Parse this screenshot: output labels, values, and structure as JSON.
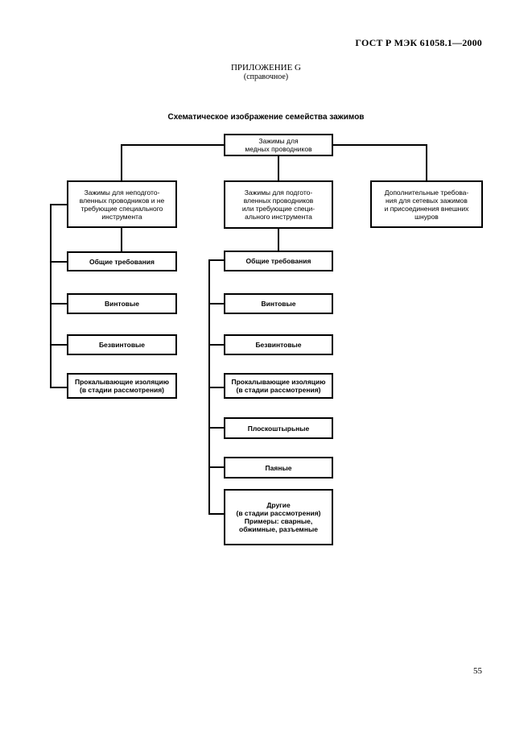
{
  "header": {
    "doc_code": "ГОСТ Р МЭК 61058.1—2000",
    "appendix_title": "ПРИЛОЖЕНИЕ G",
    "appendix_subtitle": "(справочное)"
  },
  "diagram": {
    "title": "Схематическое изображение семейства зажимов",
    "root": "Зажимы для\nмедных проводников",
    "branch_left": "Зажимы для неподгото-\nвленных проводников и не\nтребующие специального\nинструмента",
    "branch_middle": "Зажимы для подгото-\nвленных проводников\nили требующие специ-\nального инструмента",
    "branch_right": "Дополнительные требова-\nния для сетевых зажимов\nи присоединения внешних\nшнуров",
    "left_items": [
      "Общие требования",
      "Винтовые",
      "Безвинтовые",
      "Прокалывающие изоляцию\n(в стадии рассмотрения)"
    ],
    "middle_items": [
      "Общие требования",
      "Винтовые",
      "Безвинтовые",
      "Прокалывающие изоляцию\n(в стадии рассмотрения)",
      "Плоскоштырьные",
      "Паяные",
      "Другие\n(в стадии рассмотрения)\nПримеры: сварные,\nобжимные, разъемные"
    ]
  },
  "footer": {
    "page_number": "55"
  }
}
